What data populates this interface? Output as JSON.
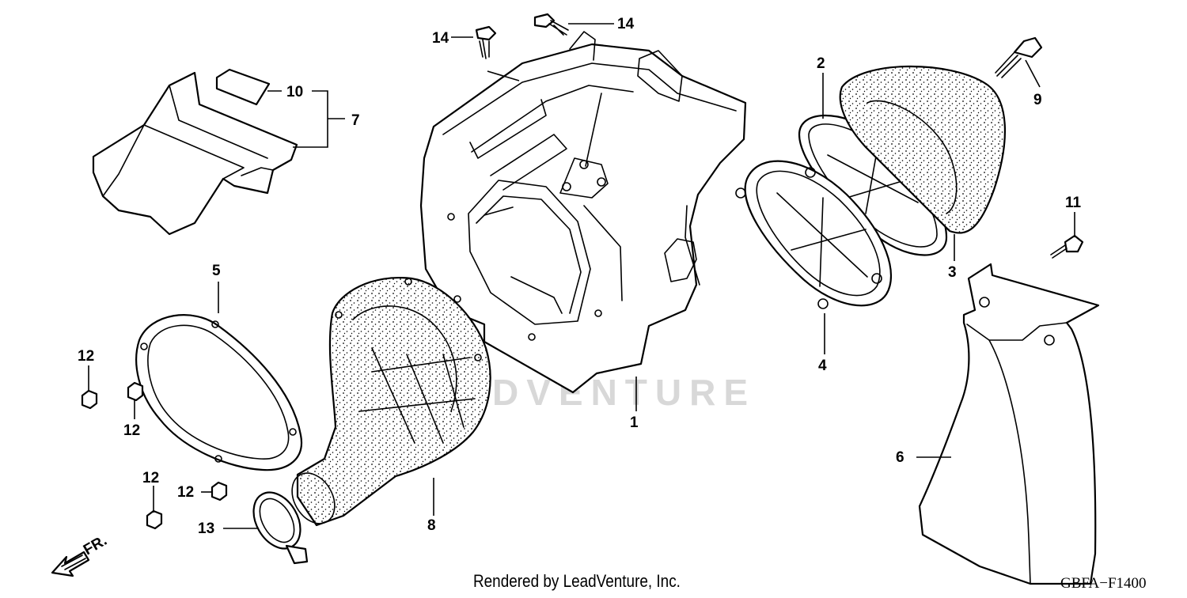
{
  "diagram": {
    "callouts": {
      "c1": "1",
      "c2": "2",
      "c3": "3",
      "c4": "4",
      "c5": "5",
      "c6": "6",
      "c7": "7",
      "c8": "8",
      "c9": "9",
      "c10": "10",
      "c11": "11",
      "c12a": "12",
      "c12b": "12",
      "c12c": "12",
      "c12d": "12",
      "c13": "13",
      "c14a": "14",
      "c14b": "14"
    },
    "front_marker": "FR.",
    "watermark": "LEADVENTURE"
  },
  "footer": {
    "credit": "Rendered by LeadVenture, Inc.",
    "code": "GBFA−F1400"
  }
}
